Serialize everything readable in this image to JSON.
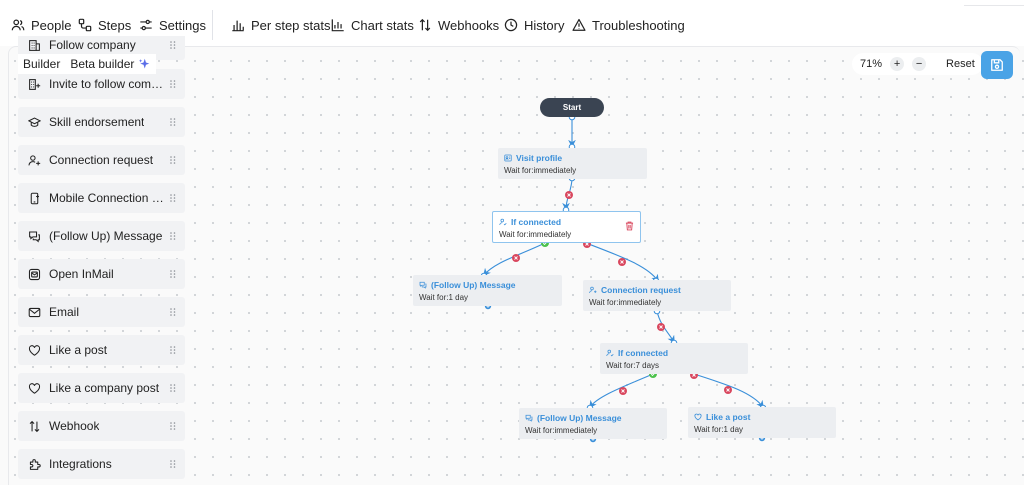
{
  "nav": {
    "tabs": [
      {
        "label": "People",
        "icon": "people-icon"
      },
      {
        "label": "Steps",
        "icon": "steps-icon",
        "active": true
      },
      {
        "label": "Settings",
        "icon": "settings-sliders-icon"
      },
      {
        "label": "Per step stats",
        "icon": "bar-chart-icon"
      },
      {
        "label": "Chart stats",
        "icon": "chart-icon"
      },
      {
        "label": "Webhooks",
        "icon": "arrows-updown-icon"
      },
      {
        "label": "History",
        "icon": "clock-icon"
      },
      {
        "label": "Troubleshooting",
        "icon": "warning-icon"
      }
    ]
  },
  "builder": {
    "tab_builder": "Builder",
    "tab_beta": "Beta builder"
  },
  "sidebar": {
    "items": [
      {
        "label": "Follow company",
        "icon": "building-icon"
      },
      {
        "label": "Invite to follow comp...",
        "icon": "building-invite-icon"
      },
      {
        "label": "Skill endorsement",
        "icon": "graduation-cap-icon"
      },
      {
        "label": "Connection request",
        "icon": "user-plus-icon"
      },
      {
        "label": "Mobile Connection R...",
        "icon": "mobile-icon"
      },
      {
        "label": "(Follow Up) Message",
        "icon": "chat-bubbles-icon"
      },
      {
        "label": "Open InMail",
        "icon": "inmail-icon"
      },
      {
        "label": "Email",
        "icon": "envelope-icon"
      },
      {
        "label": "Like a post",
        "icon": "heart-icon"
      },
      {
        "label": "Like a company post",
        "icon": "heart-icon"
      },
      {
        "label": "Webhook",
        "icon": "arrows-updown-icon"
      },
      {
        "label": "Integrations",
        "icon": "puzzle-icon"
      }
    ]
  },
  "zoom": {
    "level": "71%",
    "plus": "+",
    "minus": "−",
    "reset": "Reset"
  },
  "flow": {
    "start": "Start",
    "wait_prefix": "Wait for:",
    "nodes": [
      {
        "id": "visit",
        "title": "Visit profile",
        "wait": "Wait for:immediately",
        "icon": "profile-card-icon"
      },
      {
        "id": "ifc1",
        "title": "If connected",
        "wait": "Wait for:immediately",
        "icon": "user-check-icon"
      },
      {
        "id": "msg1",
        "title": "(Follow Up) Message",
        "wait": "Wait for:1 day",
        "icon": "chat-bubbles-icon"
      },
      {
        "id": "conn",
        "title": "Connection request",
        "wait": "Wait for:immediately",
        "icon": "user-plus-icon"
      },
      {
        "id": "ifc2",
        "title": "If connected",
        "wait": "Wait for:7 days",
        "icon": "user-check-icon"
      },
      {
        "id": "msg2",
        "title": "(Follow Up) Message",
        "wait": "Wait for:immediately",
        "icon": "chat-bubbles-icon"
      },
      {
        "id": "like",
        "title": "Like a post",
        "wait": "Wait for:1 day",
        "icon": "heart-icon"
      }
    ]
  },
  "colors": {
    "accent": "#3a8fd9",
    "start_node": "#3a4452",
    "save_button": "#4aa3e6",
    "yes_dot": "#4cc24c",
    "no_dot": "#d9475e",
    "node_bg": "#eceef1"
  }
}
